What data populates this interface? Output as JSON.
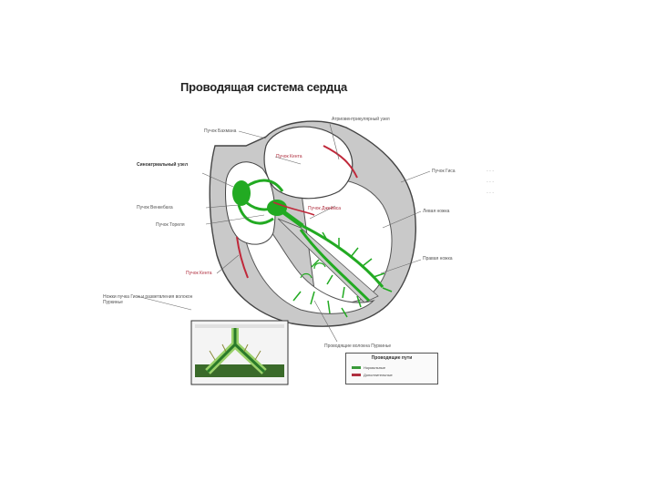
{
  "title": "Проводящая система сердца",
  "labels": {
    "bachmann": "Пучок Бахмана",
    "av_node": "Атриовентрикулярный узел",
    "sa_node": "Синоатриальный узел",
    "kent_bundle_top": "Пучок Кента",
    "wenckebach": "Пучок Венкебаха",
    "thorel": "Пучок Тореля",
    "james": "Пучок Джеймса",
    "his_bundle": "Пучок Гиса",
    "left_branch": "Левая ножка",
    "right_branch": "Правая ножка",
    "kent_bundle_low": "Пучок Кента",
    "purkinje": "Проводящие волокна Пуркинье",
    "inset_caption": "Ножки пучка Гиса и разветвления волокон Пуркинье"
  },
  "legend": {
    "title": "Проводящие пути",
    "items": [
      {
        "label": "Нормальные",
        "color": "#3a9a3a"
      },
      {
        "label": "Дополнительные",
        "color": "#b03040"
      }
    ]
  },
  "colors": {
    "conduction": "#22aa22",
    "accessory": "#c0283a",
    "wall": "#bdbdbd",
    "wall_dark": "#555555"
  }
}
